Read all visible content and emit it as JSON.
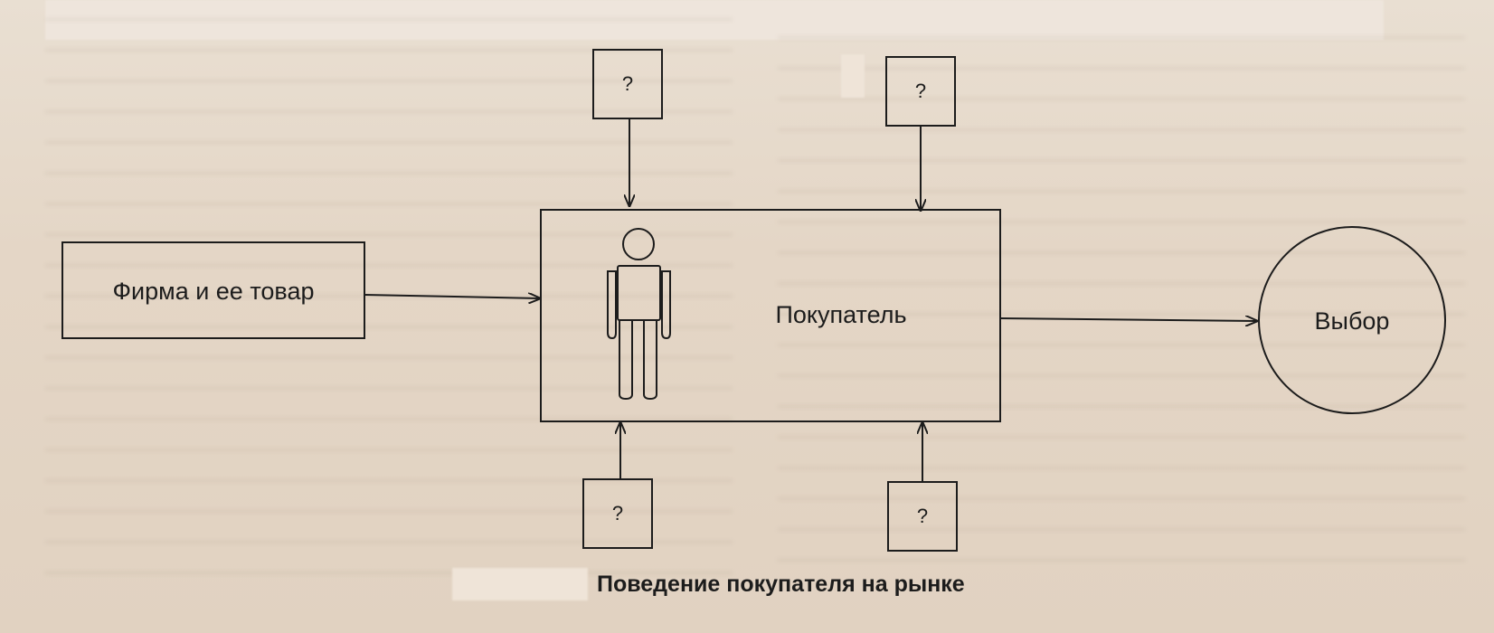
{
  "diagram": {
    "firm_label": "Фирма и ее товар",
    "buyer_label": "Покупатель",
    "choice_label": "Выбор",
    "factor_top_left": "?",
    "factor_top_right": "?",
    "factor_bottom_left": "?",
    "factor_bottom_right": "?",
    "caption": "Поведение покупателя на рынке"
  },
  "colors": {
    "ink": "#1c1c1c",
    "paper": "#e6d9cb"
  }
}
